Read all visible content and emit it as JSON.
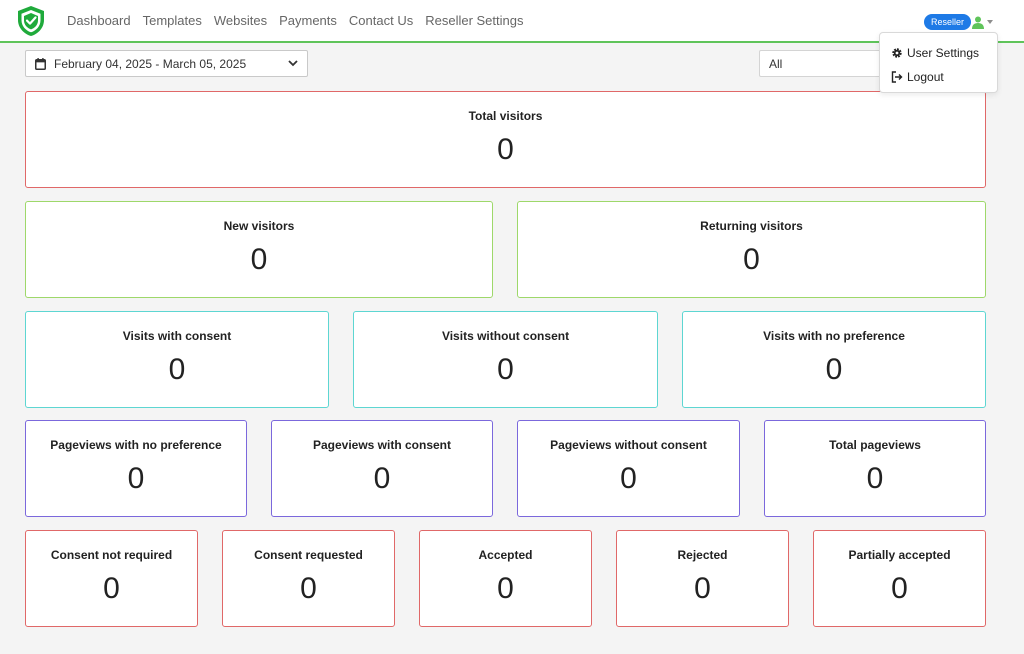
{
  "nav": {
    "items": [
      "Dashboard",
      "Templates",
      "Websites",
      "Payments",
      "Contact Us",
      "Reseller Settings"
    ],
    "badge": "Reseller",
    "user_menu": [
      "User Settings",
      "Logout"
    ]
  },
  "filters": {
    "date_range": "February 04, 2025 - March 05, 2025",
    "select_value": "All"
  },
  "colors": {
    "accent_green": "#5fc45a",
    "badge_blue": "#1e7ae6",
    "card_red": "#e06868",
    "card_green": "#9ed86a",
    "card_teal": "#5dd6d2",
    "card_purple": "#7b68dc"
  },
  "cards": {
    "total_visitors": {
      "label": "Total visitors",
      "value": "0"
    },
    "new_visitors": {
      "label": "New visitors",
      "value": "0"
    },
    "returning_visitors": {
      "label": "Returning visitors",
      "value": "0"
    },
    "visits_with_consent": {
      "label": "Visits with consent",
      "value": "0"
    },
    "visits_without_consent": {
      "label": "Visits without consent",
      "value": "0"
    },
    "visits_no_preference": {
      "label": "Visits with no preference",
      "value": "0"
    },
    "pageviews_no_preference": {
      "label": "Pageviews with no preference",
      "value": "0"
    },
    "pageviews_with_consent": {
      "label": "Pageviews with consent",
      "value": "0"
    },
    "pageviews_without_consent": {
      "label": "Pageviews without consent",
      "value": "0"
    },
    "total_pageviews": {
      "label": "Total pageviews",
      "value": "0"
    },
    "consent_not_required": {
      "label": "Consent not required",
      "value": "0"
    },
    "consent_requested": {
      "label": "Consent requested",
      "value": "0"
    },
    "accepted": {
      "label": "Accepted",
      "value": "0"
    },
    "rejected": {
      "label": "Rejected",
      "value": "0"
    },
    "partially_accepted": {
      "label": "Partially accepted",
      "value": "0"
    }
  }
}
